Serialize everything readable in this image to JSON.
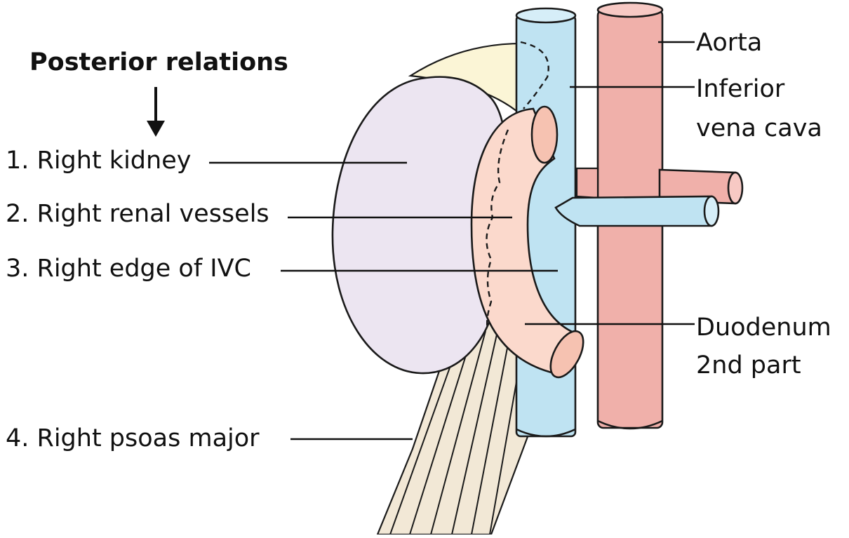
{
  "title": "Posterior relations",
  "left_labels": [
    {
      "key": "kidney",
      "text": "1. Right kidney"
    },
    {
      "key": "renal_vessels",
      "text": "2. Right renal vessels"
    },
    {
      "key": "ivc_edge",
      "text": "3. Right edge of IVC"
    },
    {
      "key": "psoas",
      "text": "4. Right psoas major"
    }
  ],
  "right_labels": [
    {
      "key": "aorta",
      "lines": [
        "Aorta"
      ]
    },
    {
      "key": "ivc",
      "lines": [
        "Inferior",
        "vena cava"
      ]
    },
    {
      "key": "duodenum",
      "lines": [
        "Duodenum",
        "2nd part"
      ]
    }
  ],
  "colors": {
    "kidney": "#ece5f1",
    "adrenal": "#fbf5d6",
    "ivc": "#bfe3f2",
    "aorta": "#f0b0aa",
    "duodenum": "#fbd9cc",
    "psoas": "#f2e8d6",
    "outline": "#1a1a1a"
  }
}
